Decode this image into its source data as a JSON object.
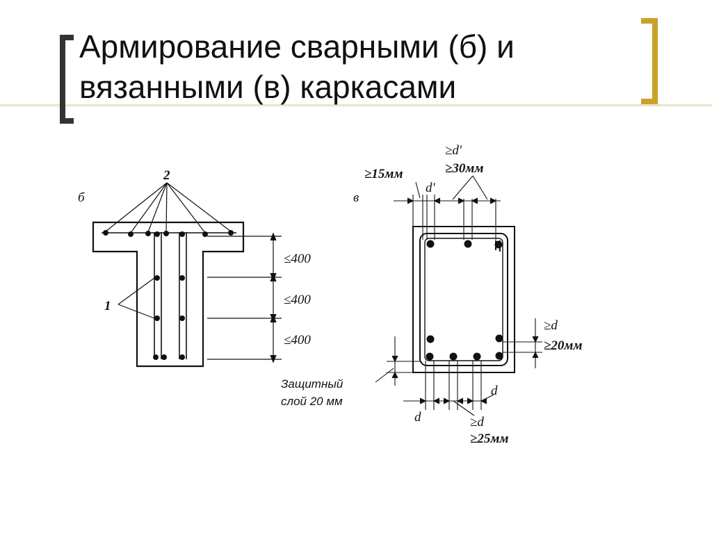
{
  "slide": {
    "title_line1": "Армирование сварными (б) и",
    "title_line2": "вязанными (в) каркасами"
  },
  "figure_b": {
    "panel_label": "б",
    "label_top_bars": "2",
    "label_frames": "1",
    "spacing_labels": [
      "≤400",
      "≤400",
      "≤400"
    ]
  },
  "figure_v": {
    "panel_label": "в",
    "dim_d_prime_top": "≥d'",
    "dim_30mm": "≥30мм",
    "dim_15mm": "≥15мм",
    "dim_d_prime": "d'",
    "dim_d_right": "≥d",
    "dim_20mm": "≥20мм",
    "cover_line1": "Защитный",
    "cover_line2": "слой 20 мм",
    "dim_d_bottom_left": "d",
    "dim_d_bottom_right": "d",
    "dim_d_bottom": "≥d",
    "dim_25mm": "≥25мм"
  }
}
